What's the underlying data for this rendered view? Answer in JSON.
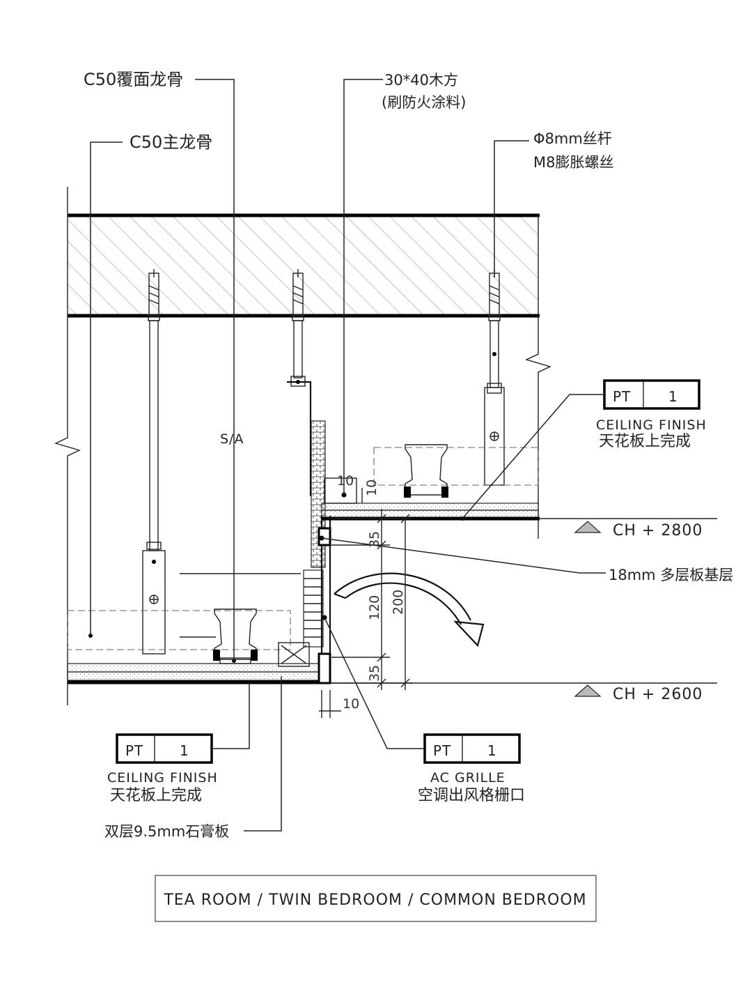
{
  "labels": {
    "c50_cover_keel": "C50覆面龙骨",
    "c50_main_keel": "C50主龙骨",
    "wood_batten_line1": "30*40木方",
    "wood_batten_line2": "(刷防火涂料)",
    "threaded_rod_line1": "Φ8mm丝杆",
    "threaded_rod_line2": "M8膨胀螺丝",
    "sa": "S/A",
    "plywood_base": "18mm 多层板基层",
    "gypsum_board": "双层9.5mm石膏板"
  },
  "tags": {
    "upper": {
      "code": "PT",
      "number": "1",
      "title_en": "CEILING FINISH",
      "title_cn": "天花板上完成"
    },
    "lower_left": {
      "code": "PT",
      "number": "1",
      "title_en": "CEILING FINISH",
      "title_cn": "天花板上完成"
    },
    "lower_right": {
      "code": "PT",
      "number": "1",
      "title_en": "AC GRILLE",
      "title_cn": "空调出风格栅口"
    }
  },
  "levels": {
    "upper": "CH + 2800",
    "lower": "CH + 2600"
  },
  "dimensions": {
    "d10_top": "10",
    "d35_top": "35",
    "d120": "120",
    "d35_bottom": "35",
    "d200": "200",
    "d10_bottom": "10",
    "d10_wood": "10"
  },
  "footer": {
    "title": "TEA ROOM / TWIN BEDROOM / COMMON BEDROOM"
  }
}
